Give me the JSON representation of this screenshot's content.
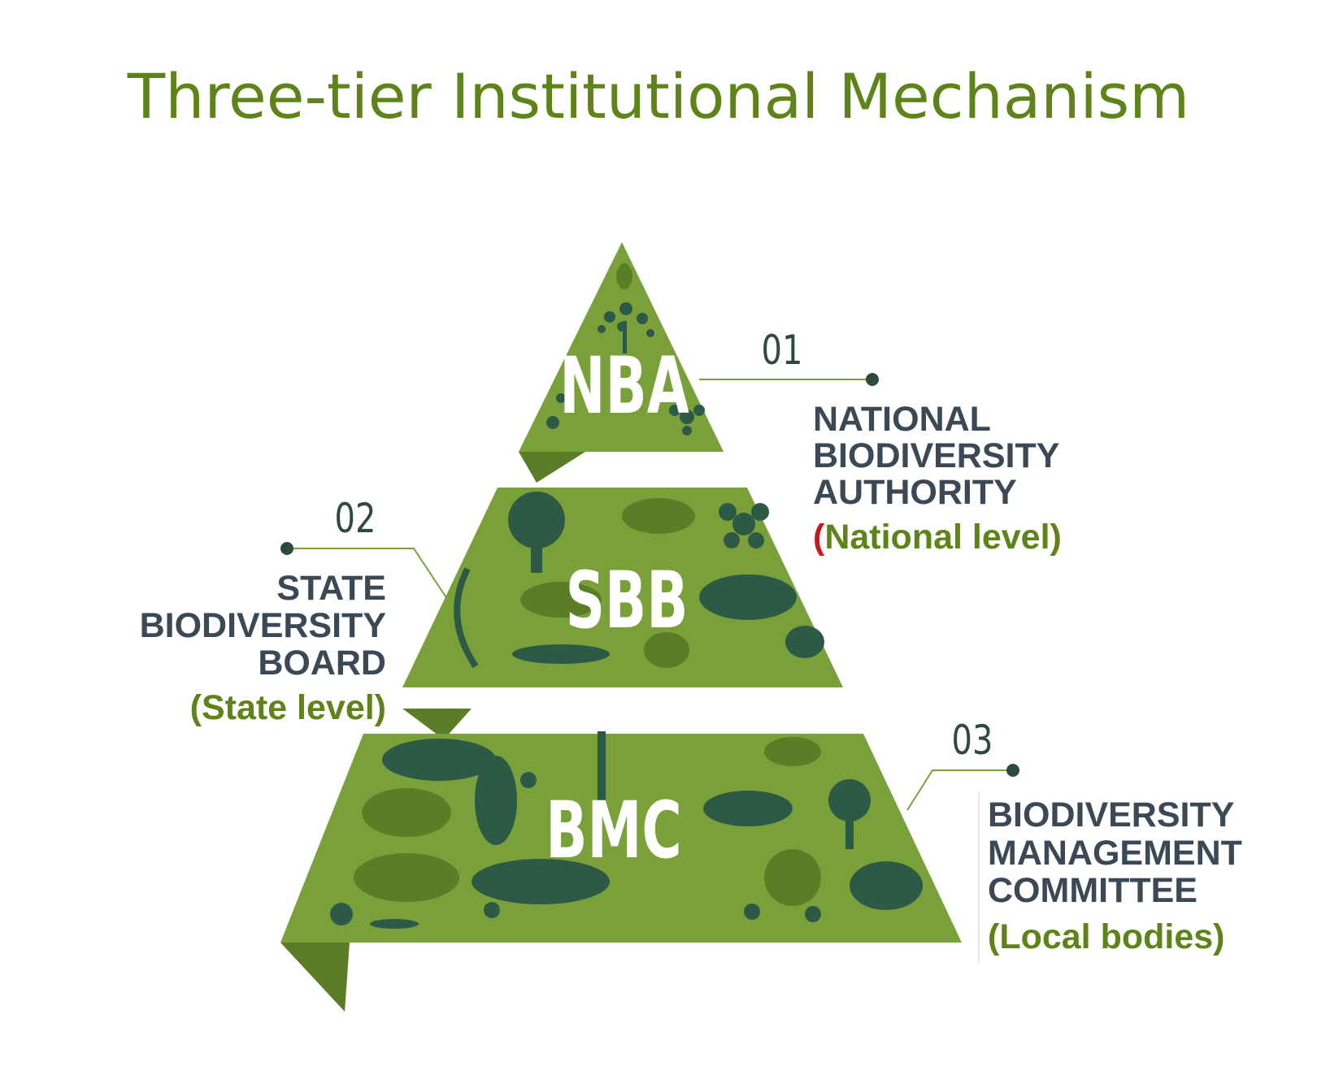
{
  "title": "Three-tier Institutional Mechanism",
  "tiers": [
    {
      "abbr": "NBA",
      "number": "01",
      "name_lines": [
        "NATIONAL",
        "BIODIVERSITY",
        "AUTHORITY"
      ],
      "level_open": "(",
      "level": "National level)"
    },
    {
      "abbr": "SBB",
      "number": "02",
      "name_lines": [
        "STATE",
        "BIODIVERSITY",
        "BOARD"
      ],
      "level": "(State level)"
    },
    {
      "abbr": "BMC",
      "number": "03",
      "name_lines": [
        "BIODIVERSITY",
        "MANAGEMENT",
        "COMMITTEE"
      ],
      "level": "(Local bodies)"
    }
  ],
  "colors": {
    "title": "#5e8419",
    "pyramid": "#7aa03a",
    "silhouette": "#2d5a47",
    "text": "#3b4856",
    "accent_red": "#c8171d"
  }
}
